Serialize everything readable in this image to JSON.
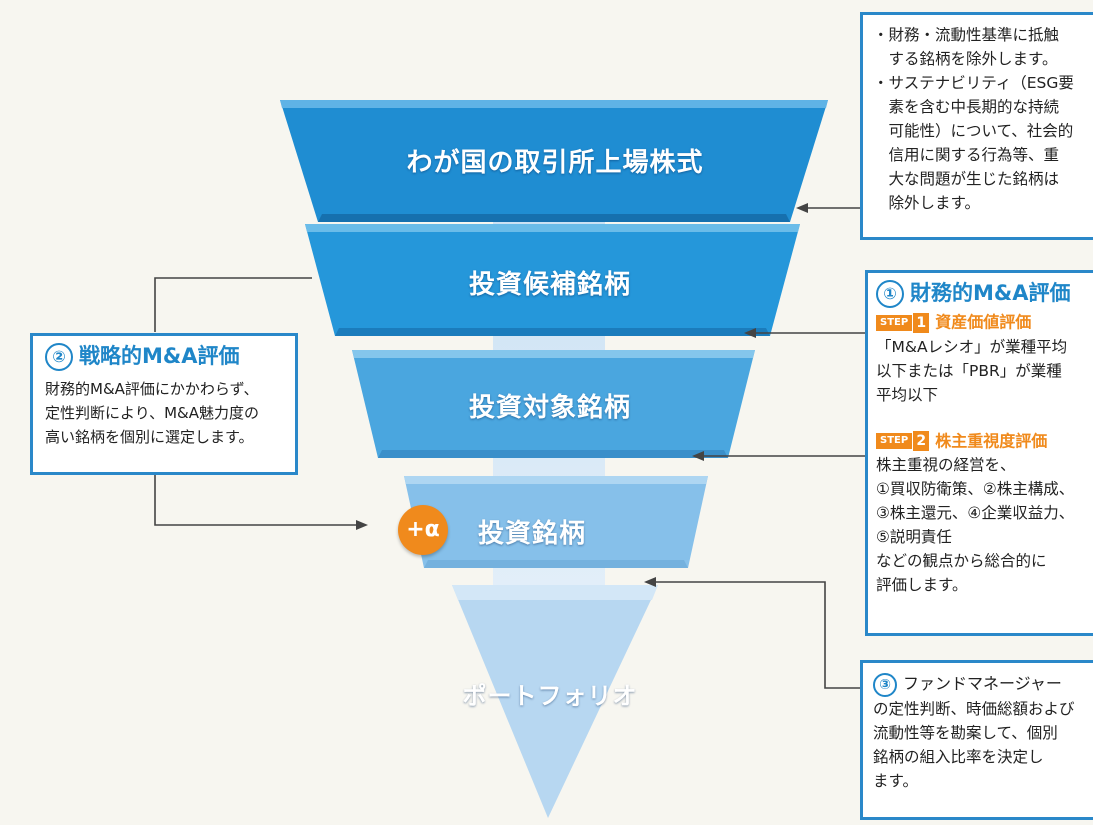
{
  "tiers": {
    "t1": "わが国の取引所上場株式",
    "t2": "投資候補銘柄",
    "t3": "投資対象銘柄",
    "t4": "投資銘柄",
    "t5": "ポートフォリオ"
  },
  "alpha_badge": "+α",
  "exclusion_box": {
    "lines": [
      "・財務・流動性基準に抵触",
      "　する銘柄を除外します。",
      "・サステナビリティ（ESG要",
      "　素を含む中長期的な持続",
      "　可能性）について、社会的",
      "　信用に関する行為等、重",
      "　大な問題が生じた銘柄は",
      "　除外します。"
    ]
  },
  "strategic_box": {
    "number": "②",
    "title": "戦略的M&A評価",
    "lines": [
      "財務的M&A評価にかかわらず、",
      "定性判断により、M&A魅力度の",
      "高い銘柄を個別に選定します。"
    ]
  },
  "financial_box": {
    "number": "①",
    "title": "財務的M&A評価",
    "step_label": "STEP",
    "step1": {
      "num": "1",
      "title": "資産価値評価",
      "lines": [
        "「M&Aレシオ」が業種平均",
        "以下または「PBR」が業種",
        "平均以下"
      ]
    },
    "step2": {
      "num": "2",
      "title": "株主重視度評価",
      "lines": [
        "株主重視の経営を、",
        "①買収防衛策、②株主構成、",
        "③株主還元、④企業収益力、",
        "⑤説明責任",
        "などの観点から総合的に",
        "評価します。"
      ]
    }
  },
  "fund_box": {
    "number": "③",
    "title": "ファンドマネージャー",
    "lines": [
      "の定性判断、時価総額および",
      "流動性等を勘案して、個別",
      "銘柄の組入比率を決定し",
      "ます。"
    ]
  },
  "colors": {
    "background": "#f7f6f0",
    "tier_top": "#1e8bd0",
    "tier_bottom": "#bfdaf1",
    "accent_orange": "#f08a1c",
    "box_border": "#2a88c9"
  }
}
